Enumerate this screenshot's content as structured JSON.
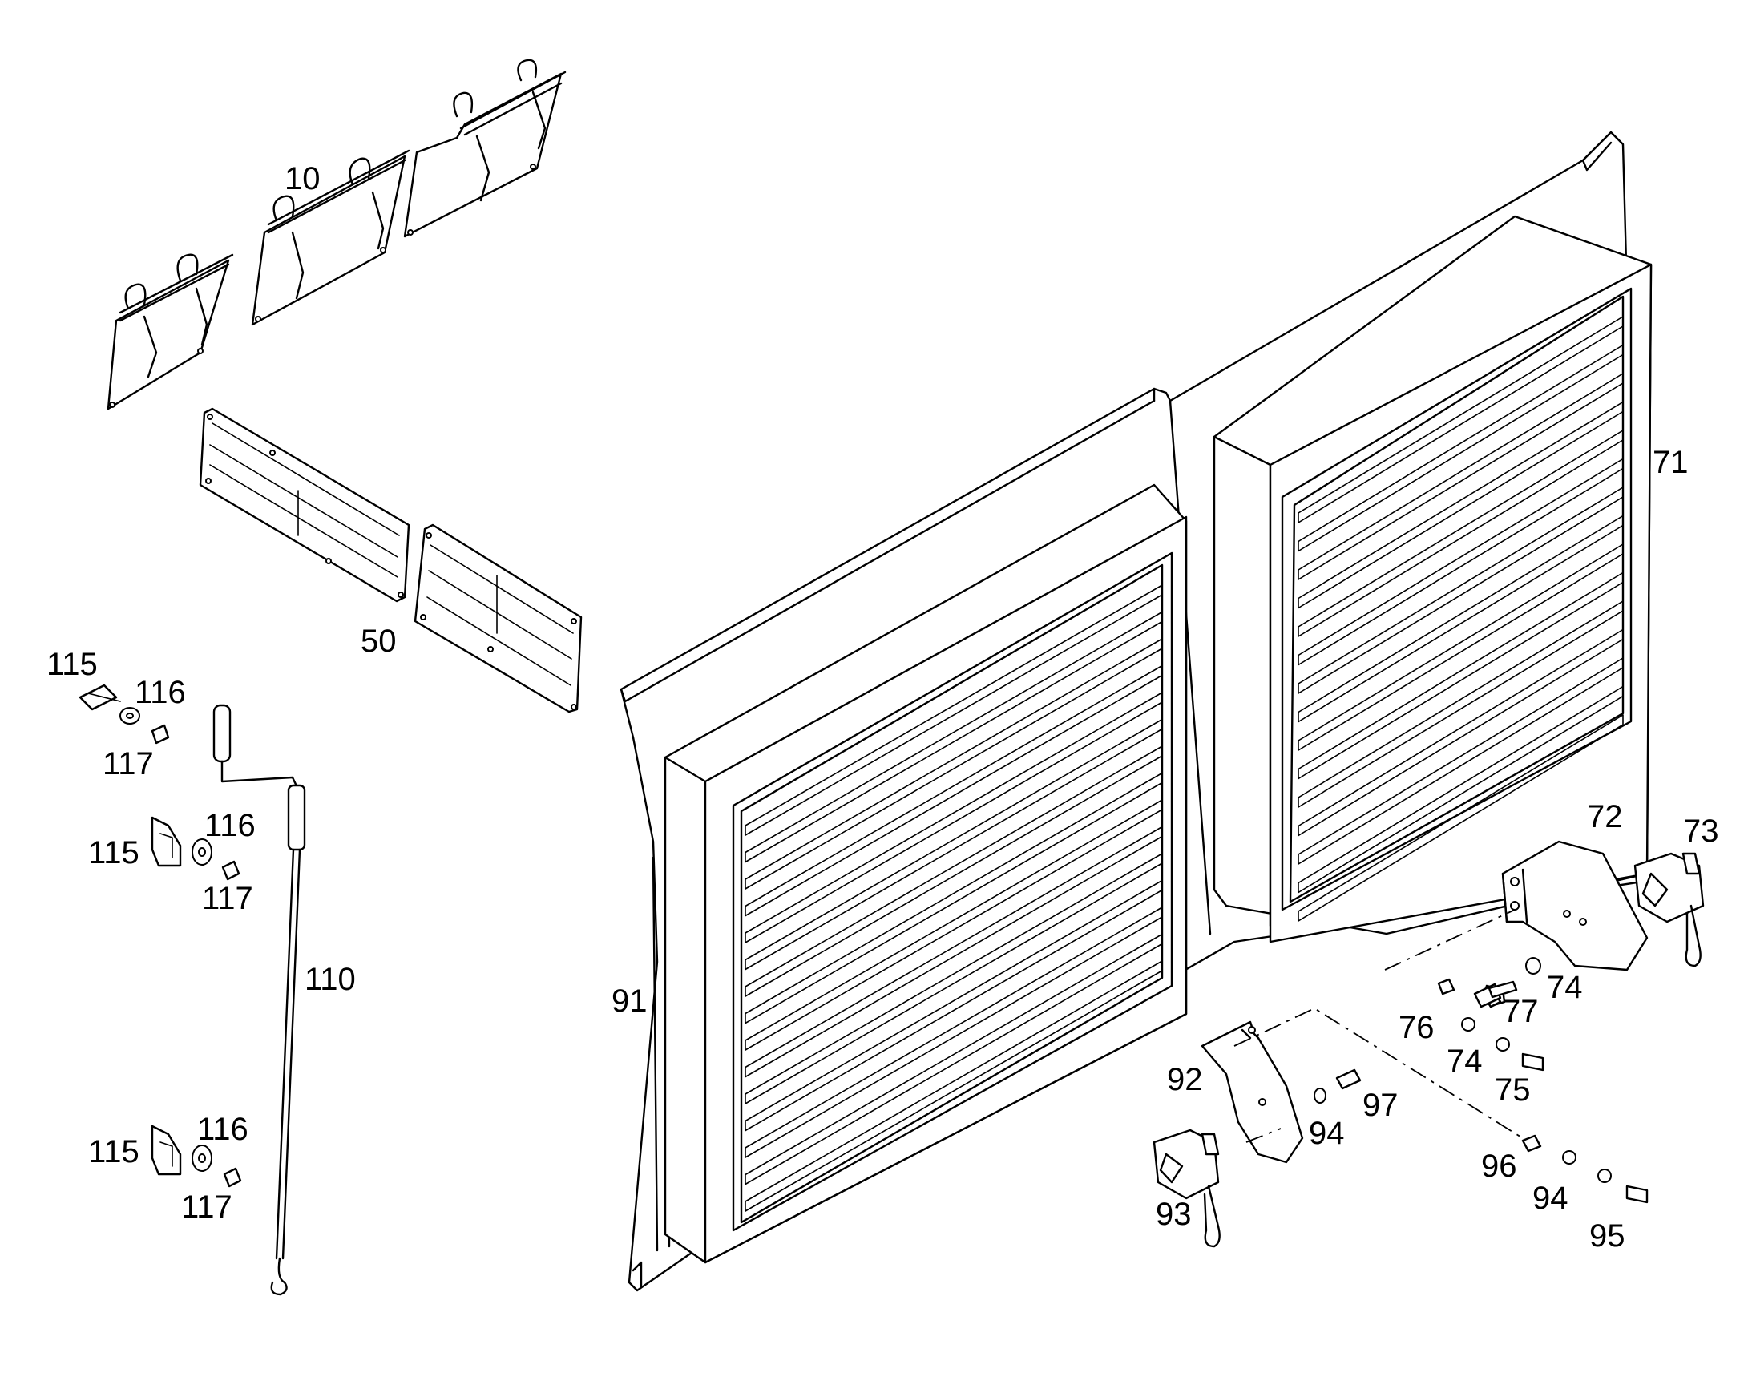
{
  "diagram": {
    "callouts": [
      {
        "id": "c10",
        "text": "10"
      },
      {
        "id": "c50",
        "text": "50"
      },
      {
        "id": "c71",
        "text": "71"
      },
      {
        "id": "c72",
        "text": "72"
      },
      {
        "id": "c73",
        "text": "73"
      },
      {
        "id": "c74a",
        "text": "74"
      },
      {
        "id": "c74b",
        "text": "74"
      },
      {
        "id": "c75",
        "text": "75"
      },
      {
        "id": "c76",
        "text": "76"
      },
      {
        "id": "c77",
        "text": "77"
      },
      {
        "id": "c91",
        "text": "91"
      },
      {
        "id": "c92",
        "text": "92"
      },
      {
        "id": "c93",
        "text": "93"
      },
      {
        "id": "c94a",
        "text": "94"
      },
      {
        "id": "c94b",
        "text": "94"
      },
      {
        "id": "c95",
        "text": "95"
      },
      {
        "id": "c96",
        "text": "96"
      },
      {
        "id": "c97",
        "text": "97"
      },
      {
        "id": "c110",
        "text": "110"
      },
      {
        "id": "c115a",
        "text": "115"
      },
      {
        "id": "c115b",
        "text": "115"
      },
      {
        "id": "c115c",
        "text": "115"
      },
      {
        "id": "c116a",
        "text": "116"
      },
      {
        "id": "c116b",
        "text": "116"
      },
      {
        "id": "c116c",
        "text": "116"
      },
      {
        "id": "c117a",
        "text": "117"
      },
      {
        "id": "c117b",
        "text": "117"
      },
      {
        "id": "c117c",
        "text": "117"
      }
    ]
  }
}
